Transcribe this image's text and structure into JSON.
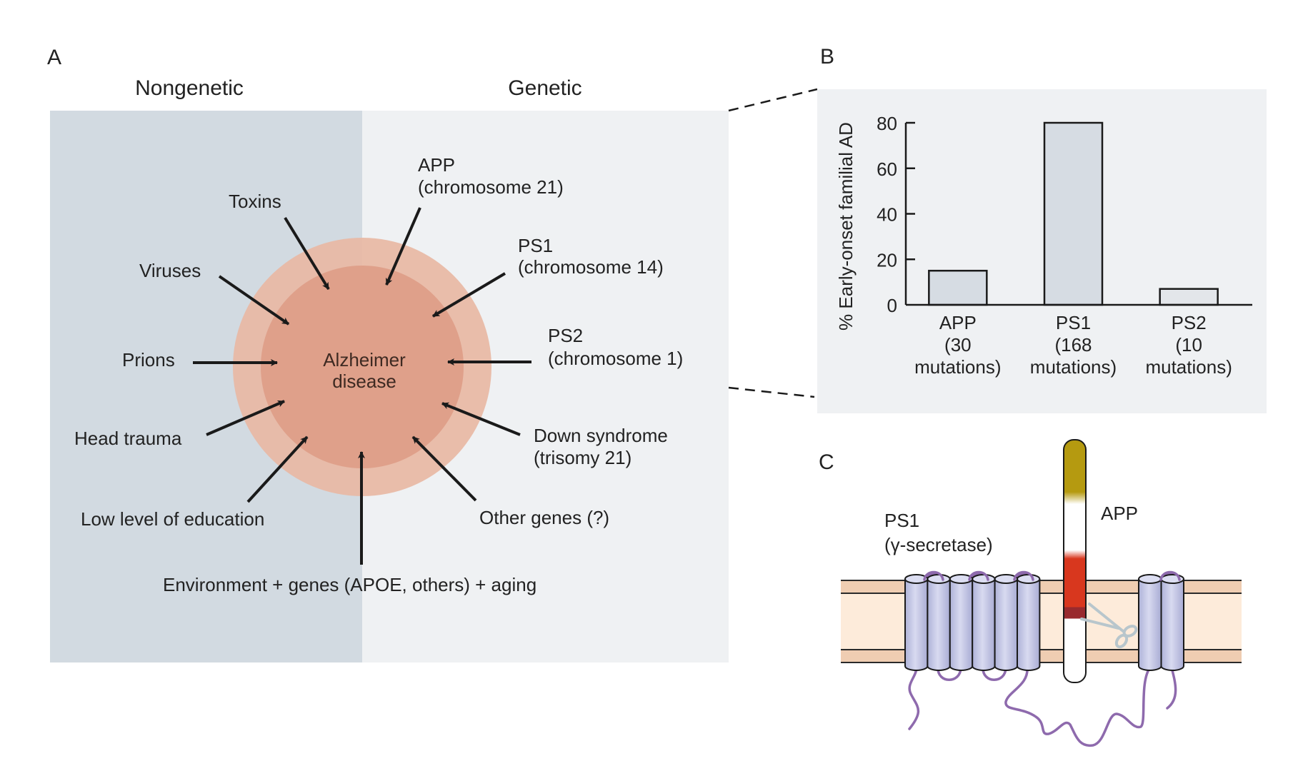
{
  "figure": {
    "panels": {
      "a": {
        "letter": "A",
        "headers": {
          "nongenetic": "Nongenetic",
          "genetic": "Genetic"
        },
        "center_label": [
          "Alzheimer",
          "disease"
        ],
        "nongenetic_causes": [
          {
            "id": "toxins",
            "lines": [
              "Toxins"
            ]
          },
          {
            "id": "viruses",
            "lines": [
              "Viruses"
            ]
          },
          {
            "id": "prions",
            "lines": [
              "Prions"
            ]
          },
          {
            "id": "head-trauma",
            "lines": [
              "Head trauma"
            ]
          },
          {
            "id": "low-education",
            "lines": [
              "Low level of education"
            ]
          }
        ],
        "genetic_causes": [
          {
            "id": "app",
            "lines": [
              "APP",
              "(chromosome 21)"
            ]
          },
          {
            "id": "ps1",
            "lines": [
              "PS1",
              "(chromosome 14)"
            ]
          },
          {
            "id": "ps2",
            "lines": [
              "PS2",
              "(chromosome 1)"
            ]
          },
          {
            "id": "down-syndrome",
            "lines": [
              "Down syndrome",
              "(trisomy 21)"
            ]
          },
          {
            "id": "other-genes",
            "lines": [
              "Other genes (?)"
            ]
          }
        ],
        "bottom_cause": "Environment + genes (APOE, others) + aging",
        "colors": {
          "nongenetic_bg": "#d2dae1",
          "genetic_bg": "#eff1f3",
          "outer_ring": "#e8b8a4",
          "inner_disk": "#dfa08a",
          "arrow": "#1a1a1a"
        }
      },
      "b": {
        "letter": "B"
      },
      "c": {
        "letter": "C",
        "ps1_label": [
          "PS1",
          "(γ-secretase)"
        ],
        "app_label": "APP",
        "icons": [
          "scissors-icon"
        ],
        "colors": {
          "membrane_outer": "#efcdb2",
          "membrane_inner": "#fdebda",
          "helix": "#c5c8e6",
          "loop": "#8e6aad",
          "app_gold": "#b59a10",
          "app_red": "#d8371e",
          "app_darkred": "#992a2e",
          "scissors": "#b8c6cc"
        }
      }
    }
  },
  "chart_data": {
    "type": "bar",
    "title": "",
    "xlabel": "",
    "ylabel": "% Early-onset familial AD",
    "ylim": [
      0,
      80
    ],
    "yticks": [
      0,
      20,
      40,
      60,
      80
    ],
    "grid": false,
    "categories": [
      "APP",
      "PS1",
      "PS2"
    ],
    "category_sublabels": [
      [
        "(30",
        "mutations)"
      ],
      [
        "(168",
        "mutations)"
      ],
      [
        "(10",
        "mutations)"
      ]
    ],
    "values": [
      15,
      80,
      7
    ],
    "bar_colors": [
      "#d6dce3",
      "#d6dce3",
      "#e3e6ea"
    ]
  }
}
